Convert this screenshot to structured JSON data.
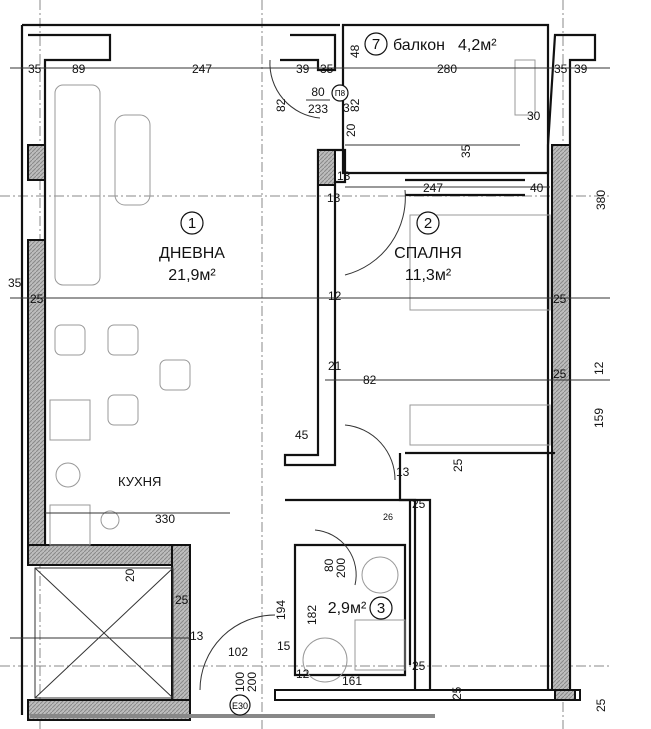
{
  "rooms": [
    {
      "number": "1",
      "name": "ДНЕВНА",
      "area": "21,9м²"
    },
    {
      "number": "2",
      "name": "СПАЛНЯ",
      "area": "11,3м²"
    },
    {
      "number": "3",
      "area": "2,9м²"
    },
    {
      "number": "7",
      "name": "балкон",
      "area": "4,2м²"
    }
  ],
  "kitchen_label": "КУХНЯ",
  "door_tags": {
    "balcony_door": "П8",
    "entry_door": "E30"
  },
  "door_sizes": {
    "balcony_door": [
      "80",
      "233"
    ],
    "bath_door": [
      "80",
      "200"
    ],
    "entry_door": [
      "100",
      "200"
    ]
  },
  "dimensions": {
    "top": [
      "35",
      "89",
      "247",
      "39",
      "35",
      "280",
      "35",
      "39"
    ],
    "misc": [
      "82",
      "82",
      "48",
      "30",
      "20",
      "3",
      "13",
      "13",
      "35",
      "247",
      "40",
      "380",
      "35",
      "25",
      "12",
      "25",
      "21",
      "82",
      "25",
      "12",
      "159",
      "45",
      "13",
      "25",
      "25",
      "330",
      "20",
      "25",
      "13",
      "102",
      "15",
      "194",
      "182",
      "12",
      "161",
      "25",
      "25",
      "26",
      "25"
    ]
  }
}
